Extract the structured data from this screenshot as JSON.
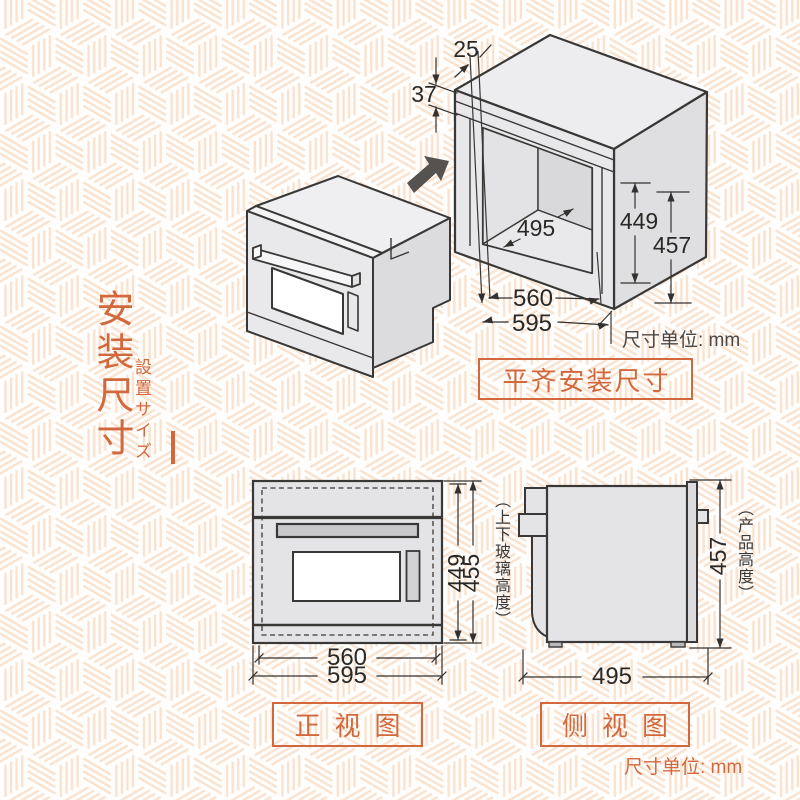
{
  "title": {
    "cn": "安装尺寸",
    "jp": "設置サイズ"
  },
  "unit_note_top": "尺寸单位: mm",
  "unit_note_bottom": "尺寸单位: mm",
  "captions": {
    "flush": "平齐安装尺寸",
    "front": "正视图",
    "side": "侧视图"
  },
  "iso": {
    "dims": {
      "gap25": "25",
      "gap37": "37",
      "depth": "495",
      "inner_h": "449",
      "outer_h": "457",
      "inner_w": "560",
      "outer_w": "595"
    }
  },
  "front": {
    "note": "（上下玻璃高度）",
    "dims": {
      "inner_h": "449",
      "glass_h": "455",
      "inner_w": "560",
      "outer_w": "595"
    }
  },
  "side": {
    "note": "（产品高度）",
    "dims": {
      "h": "457",
      "d": "495"
    }
  },
  "colors": {
    "accent": "#d2693e",
    "line": "#3a3836",
    "fill": "#e6e6e8",
    "pattern": "#f9e2cf"
  }
}
